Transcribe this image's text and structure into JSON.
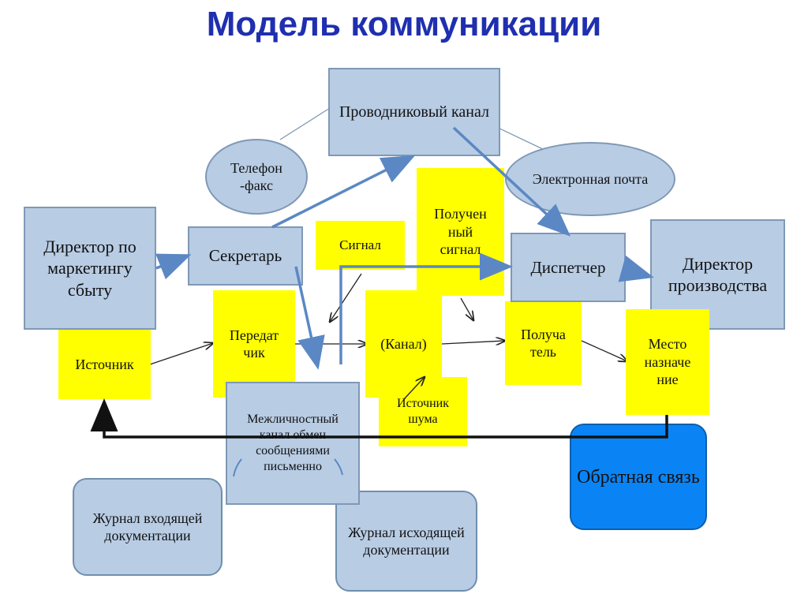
{
  "title": "Модель коммуникации",
  "nodes": {
    "conductor_channel": "Проводниковый канал",
    "phone_fax": "Телефон -факс",
    "email": "Электронная почта",
    "marketing_director": "Директор по маркетингу сбыту",
    "secretary": "Секретарь",
    "signal": "Сигнал",
    "received_signal": "Получен ный сигнал",
    "dispatcher": "Диспетчер",
    "production_director": "Директор производства",
    "transmitter": "Передат чик",
    "source": "Источник",
    "channel": "(Канал)",
    "receiver": "Получа тель",
    "destination": "Место назначе ние",
    "interpersonal_channel": "Межличностный канал обмен сообщениями письменно",
    "noise_source": "Источник шума",
    "feedback": "Обратная связь",
    "incoming_log": "Журнал входящей документации",
    "outgoing_log": "Журнал исходящей документации"
  },
  "colors": {
    "title": "#1f2fb0",
    "box_fill": "#b8cce4",
    "box_border": "#7f98b6",
    "highlight": "#ffff00",
    "feedback": "#0a84f5",
    "arrow_blue": "#5b88c4"
  }
}
